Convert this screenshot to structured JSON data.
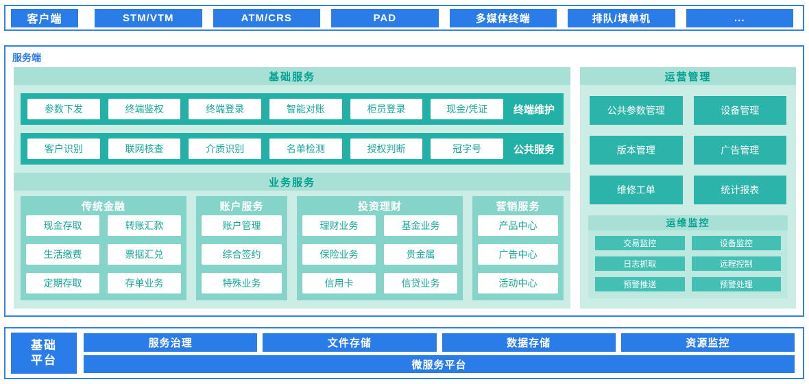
{
  "colors": {
    "accent_blue": "#2a7de8",
    "teal": "#23b1a7",
    "panel_teal": "#cbede6",
    "column_teal": "#85d4c9"
  },
  "client": {
    "label": "客户端",
    "items": [
      "STM/VTM",
      "ATM/CRS",
      "PAD",
      "多媒体终端",
      "排队/填单机",
      "..."
    ]
  },
  "server": {
    "label": "服务端",
    "basic_services": {
      "title": "基础服务",
      "rows": [
        {
          "label": "终端维护",
          "items": [
            "参数下发",
            "终端鉴权",
            "终端登录",
            "智能对账",
            "柜员登录",
            "现金/凭证"
          ]
        },
        {
          "label": "公共服务",
          "items": [
            "客户识别",
            "联网核查",
            "介质识别",
            "名单检测",
            "授权判断",
            "冠字号"
          ]
        }
      ]
    },
    "business_services": {
      "title": "业务服务",
      "columns": [
        {
          "title": "传统金融",
          "items": [
            "现金存取",
            "转账汇款",
            "生活缴费",
            "票据汇兑",
            "定期存取",
            "存单业务"
          ]
        },
        {
          "title": "账户服务",
          "items": [
            "账户管理",
            "综合签约",
            "特殊业务"
          ]
        },
        {
          "title": "投资理财",
          "items": [
            "理财业务",
            "基金业务",
            "保险业务",
            "贵金属",
            "信用卡",
            "信贷业务"
          ]
        },
        {
          "title": "营销服务",
          "items": [
            "产品中心",
            "广告中心",
            "活动中心"
          ]
        }
      ]
    },
    "operations": {
      "title": "运营管理",
      "items": [
        "公共参数管理",
        "设备管理",
        "版本管理",
        "广告管理",
        "维修工单",
        "统计报表"
      ],
      "monitoring": {
        "title": "运维监控",
        "items": [
          "交易监控",
          "设备监控",
          "日志抓取",
          "远程控制",
          "预警推送",
          "预警处理"
        ]
      }
    }
  },
  "platform": {
    "label": "基础平台",
    "label_lines": [
      "基础",
      "平台"
    ],
    "items": [
      "服务治理",
      "文件存储",
      "数据存储",
      "资源监控"
    ],
    "bottom": "微服务平台"
  }
}
